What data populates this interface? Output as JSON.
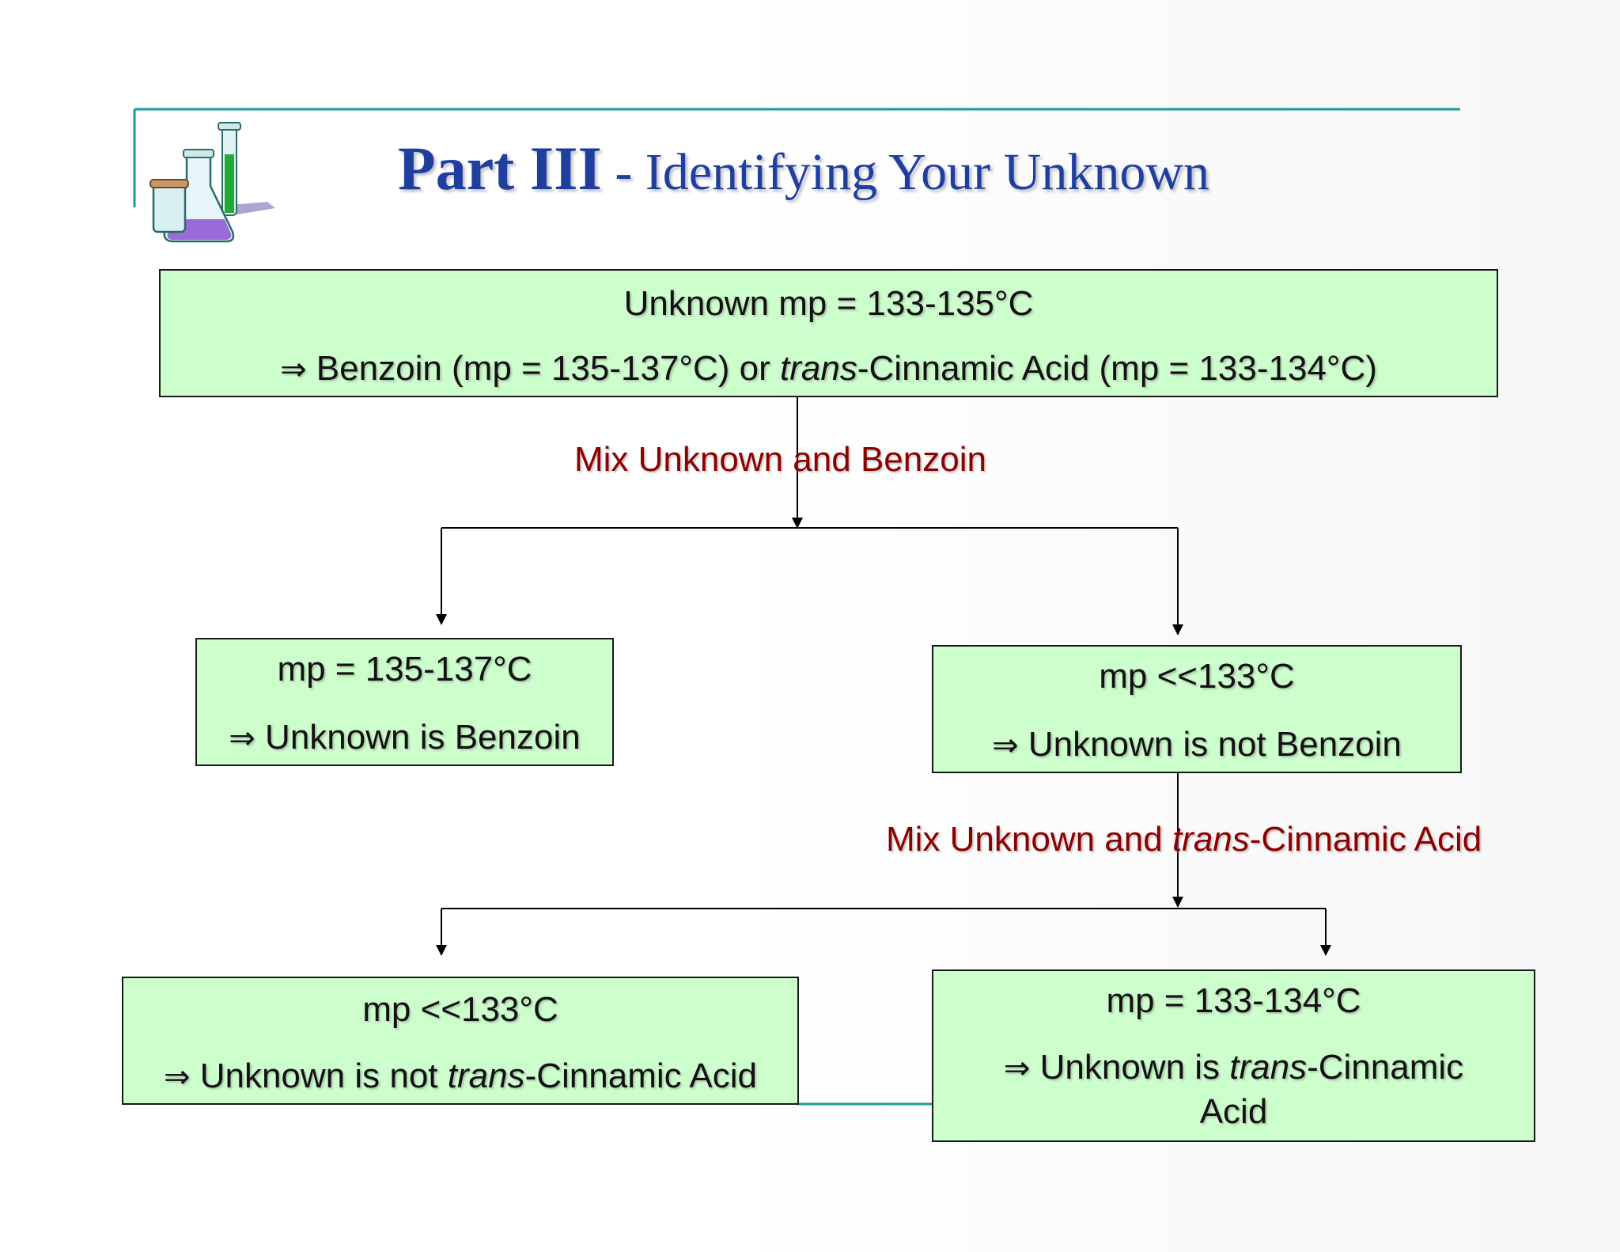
{
  "title": {
    "main": "Part III",
    "sub": " - Identifying Your Unknown"
  },
  "colors": {
    "title": "#1f3f9f",
    "box_fill": "#ccffcc",
    "branch_label": "#8b0000",
    "frame_teal": "#1a9a9a"
  },
  "icon": "lab-glassware-icon",
  "top_box": {
    "line1": "Unknown mp = 133-135°C",
    "arrow": "⇒",
    "line2_a": " Benzoin (mp = 135-137°C) or ",
    "line2_italic": "trans",
    "line2_b": "-Cinnamic Acid (mp = 133-134°C)"
  },
  "step1_label": "Mix Unknown and Benzoin",
  "left_box": {
    "line1": "mp = 135-137°C",
    "arrow": "⇒",
    "line2": " Unknown is Benzoin"
  },
  "right_box": {
    "line1": "mp <<133°C",
    "arrow": "⇒",
    "line2": " Unknown is not Benzoin"
  },
  "step2_label": {
    "a": "Mix Unknown and ",
    "italic": "trans",
    "b": "-Cinnamic Acid"
  },
  "bottom_left_box": {
    "line1": "mp <<133°C",
    "arrow": "⇒",
    "line2_a": " Unknown is not ",
    "line2_italic": "trans",
    "line2_b": "-Cinnamic Acid"
  },
  "bottom_right_box": {
    "line1": "mp = 133-134°C",
    "arrow": "⇒",
    "line2_a": " Unknown is ",
    "line2_italic": "trans",
    "line2_b": "-Cinnamic",
    "line3": "Acid"
  }
}
